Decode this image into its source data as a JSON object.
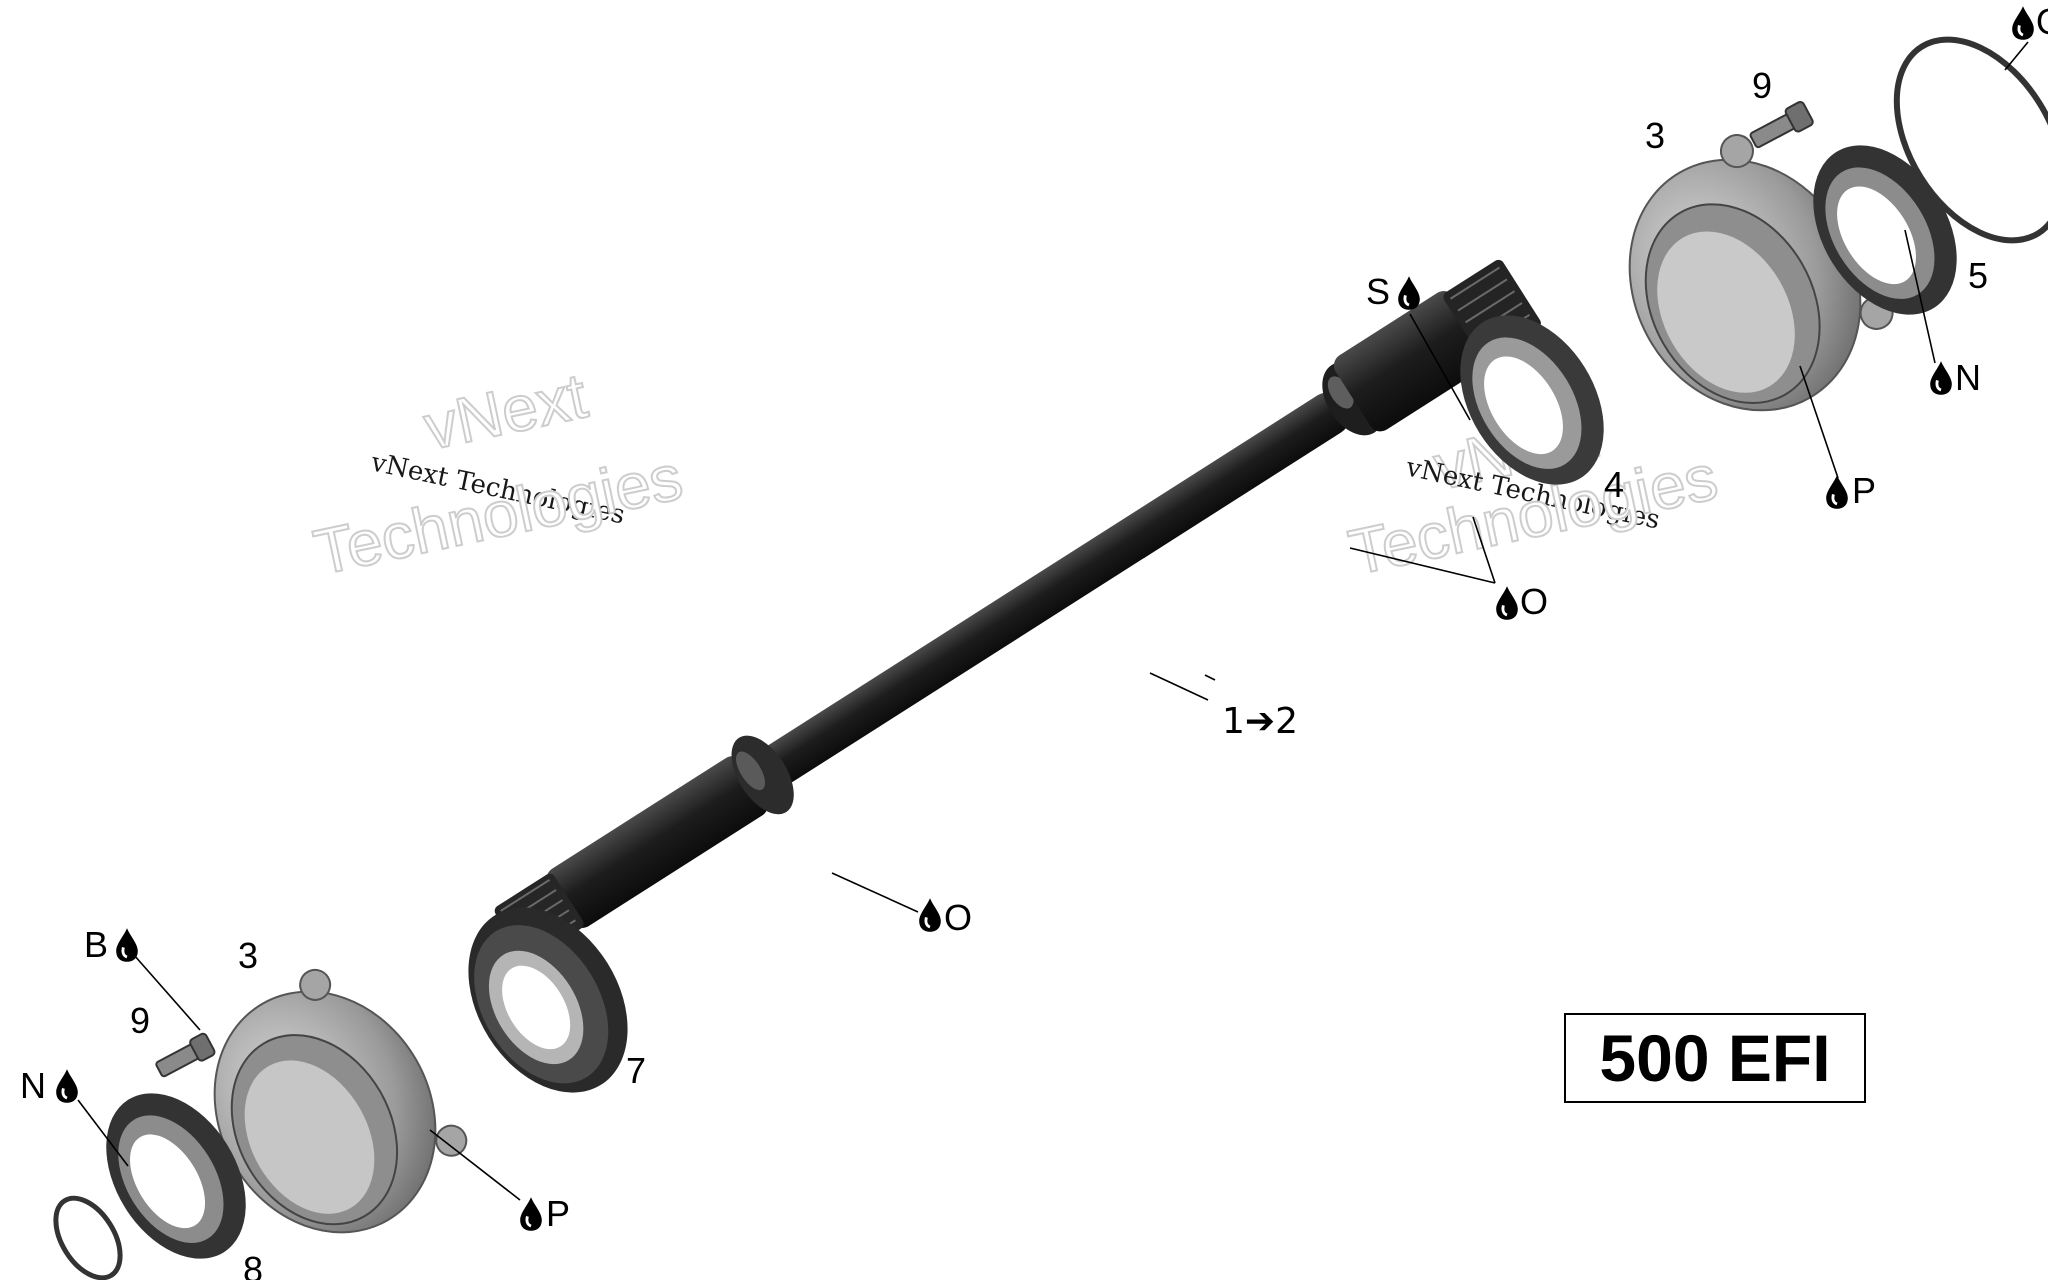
{
  "callouts": {
    "shaft": "1➔2",
    "housing_right": "3",
    "housing_left": "3",
    "seal_4": "4",
    "seal_5": "5",
    "bearing_7": "7",
    "seal_8": "8",
    "screw_right": "9",
    "screw_left": "9"
  },
  "lubricants": {
    "S": "S",
    "O": "O",
    "N": "N",
    "P": "P",
    "B": "B"
  },
  "watermark": {
    "line1": "vNext",
    "line2": "vNext Technologies",
    "line3": "Technologies"
  },
  "model_label": "500 EFI",
  "icons": {
    "drop": "oil-drop-icon"
  }
}
